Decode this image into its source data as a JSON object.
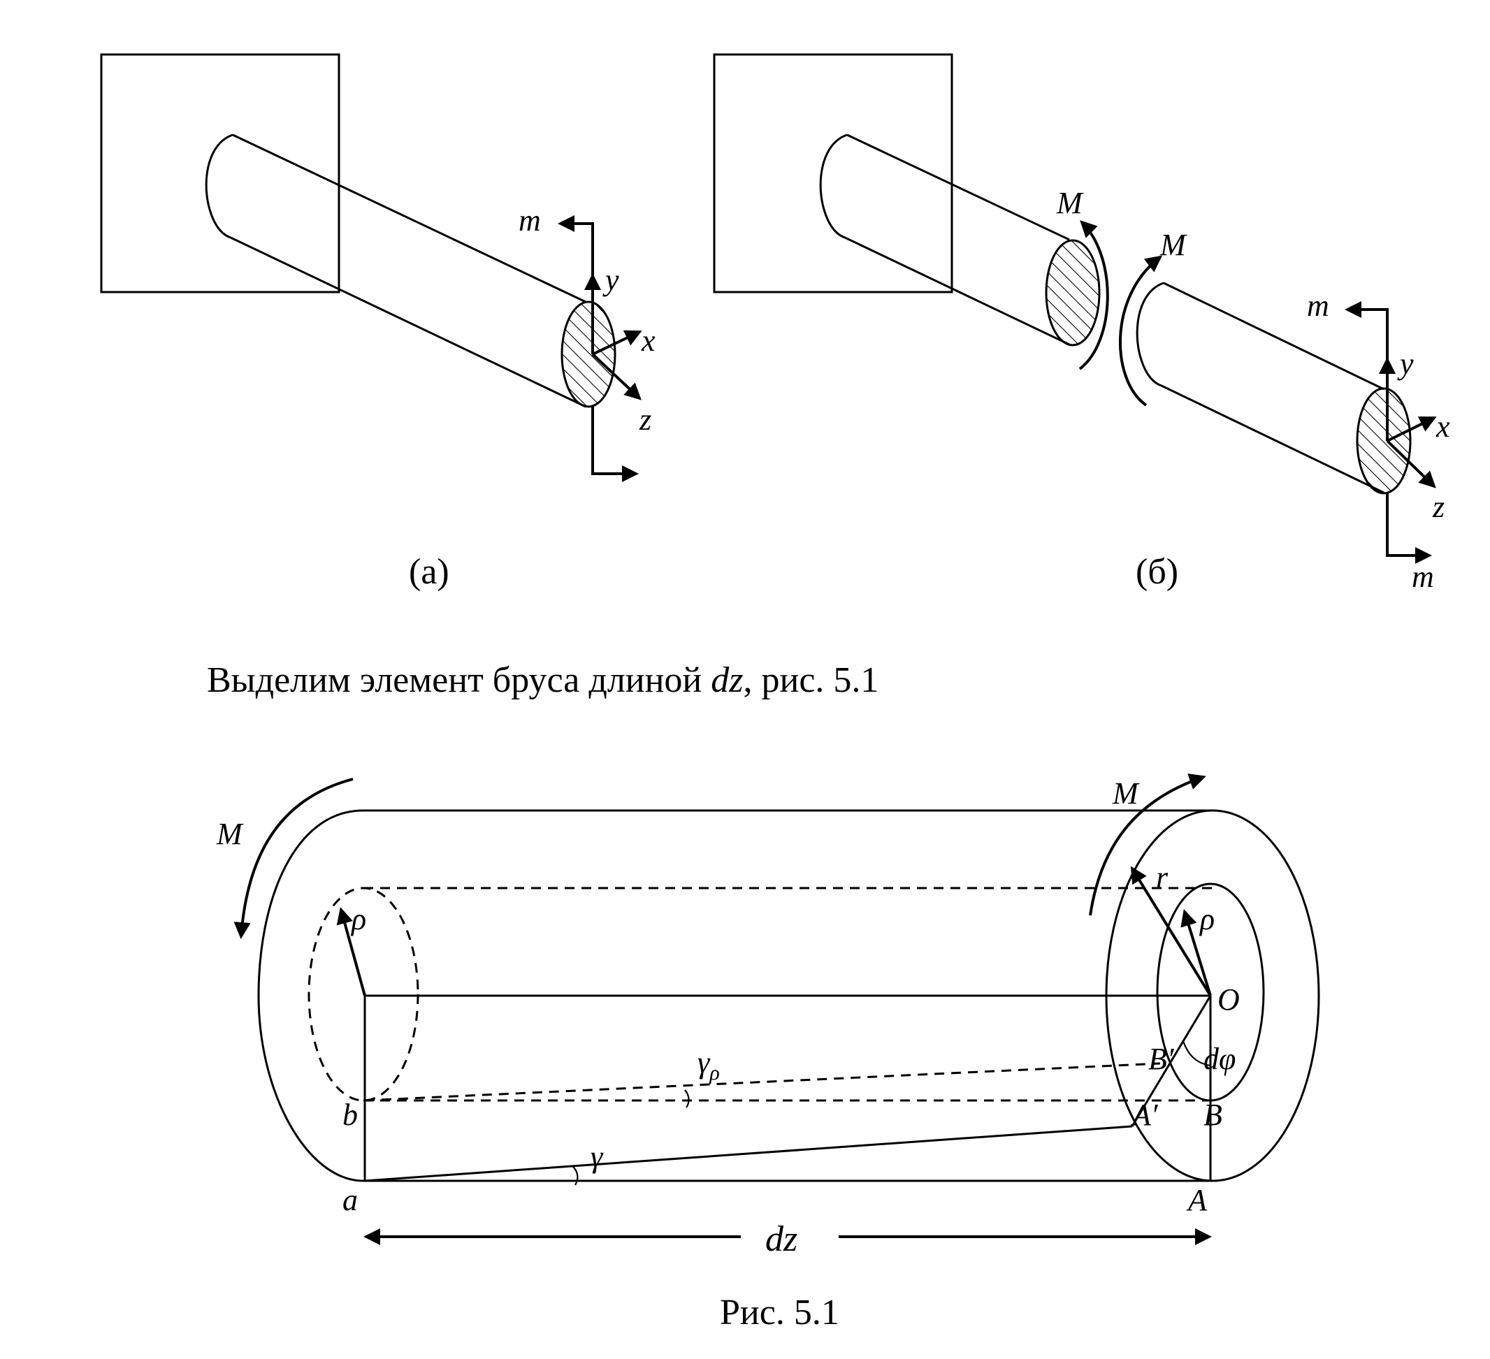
{
  "figure_a": {
    "label": "(а)",
    "axes": {
      "m": "m",
      "y": "y",
      "x": "x",
      "z": "z"
    }
  },
  "figure_b": {
    "label": "(б)",
    "moment_left": "M",
    "moment_right": "M",
    "axes": {
      "m_top": "m",
      "y": "y",
      "x": "x",
      "z": "z",
      "m_bottom": "m"
    }
  },
  "text_line": {
    "before": "Выделим элемент бруса длиной ",
    "var": "dz",
    "after": ", рис. 5.1"
  },
  "figure_main": {
    "moment_left": "M",
    "moment_right": "M",
    "rho_left": "ρ",
    "rho_right": "ρ",
    "r": "r",
    "O": "O",
    "B_prime": "B′",
    "dphi": "dφ",
    "gamma_rho": "γ",
    "gamma_rho_sub": "ρ",
    "gamma": "γ",
    "b": "b",
    "A_prime": "A′",
    "B": "B",
    "a": "a",
    "A": "A",
    "dz": "dz"
  },
  "caption": "Рис. 5.1"
}
